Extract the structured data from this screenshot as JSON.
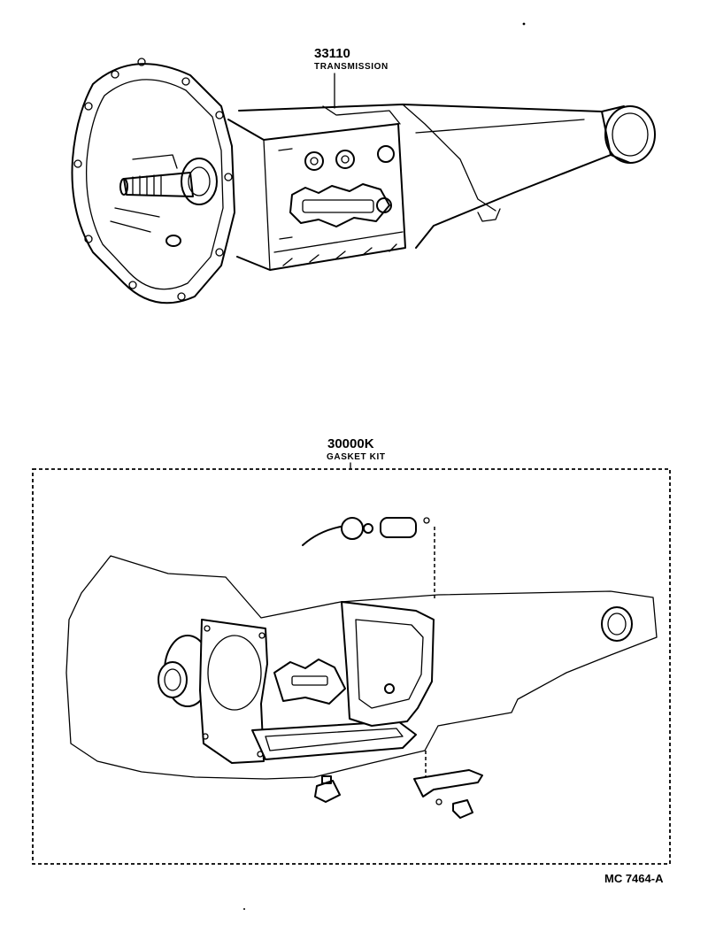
{
  "transmission": {
    "part_number": "33110",
    "part_name": "TRANSMISSION"
  },
  "gasket_kit": {
    "part_number": "30000K",
    "part_name": "GASKET KIT"
  },
  "figure_code": "MC 7464-A",
  "colors": {
    "line": "#000000",
    "background": "#ffffff"
  }
}
